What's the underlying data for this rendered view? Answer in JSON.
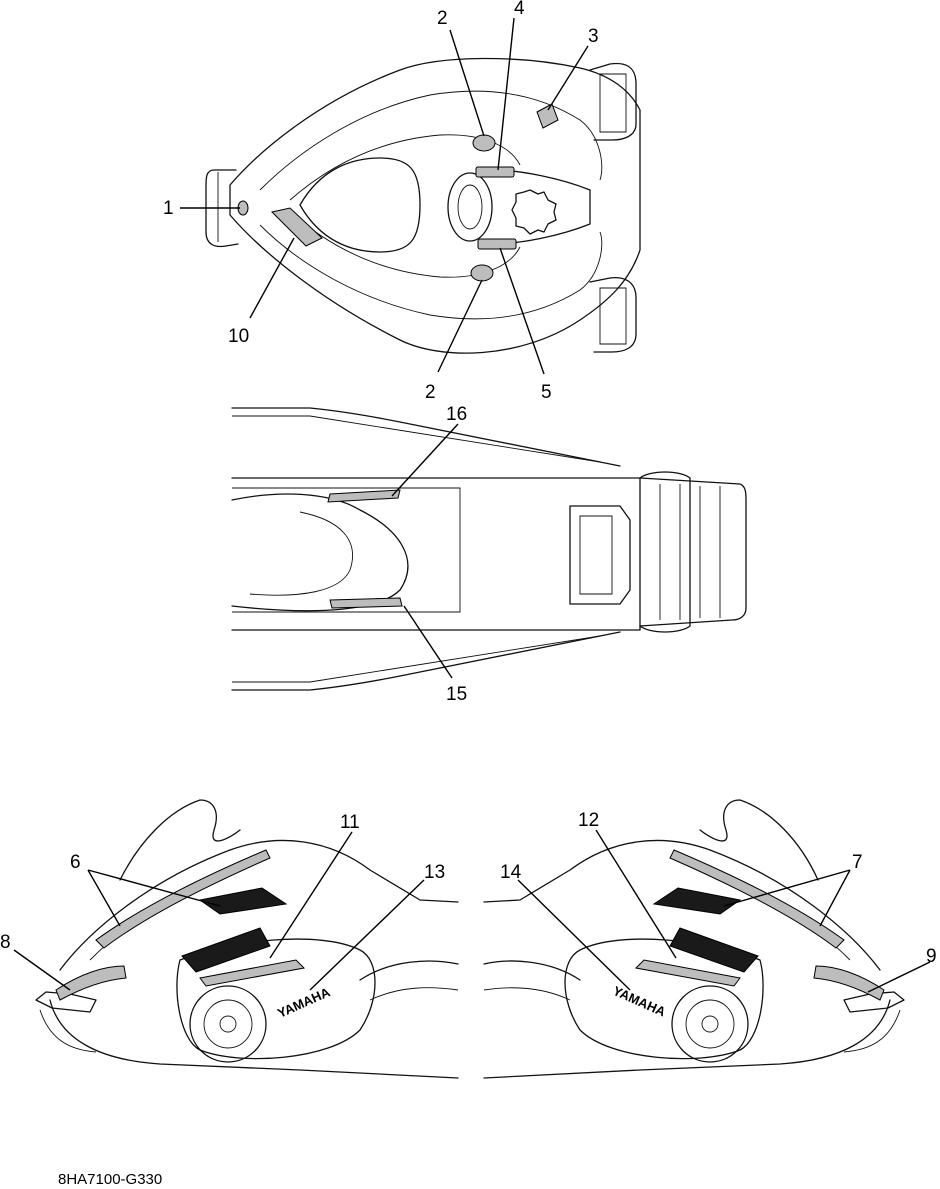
{
  "drawing_code": "8HA7100-G330",
  "badge_text": "YAMAHA",
  "callouts": {
    "c1": "1",
    "c2a": "2",
    "c2b": "2",
    "c3": "3",
    "c4": "4",
    "c5": "5",
    "c6": "6",
    "c7": "7",
    "c8": "8",
    "c9": "9",
    "c10": "10",
    "c11": "11",
    "c12": "12",
    "c13": "13",
    "c14": "14",
    "c15": "15",
    "c16": "16"
  }
}
